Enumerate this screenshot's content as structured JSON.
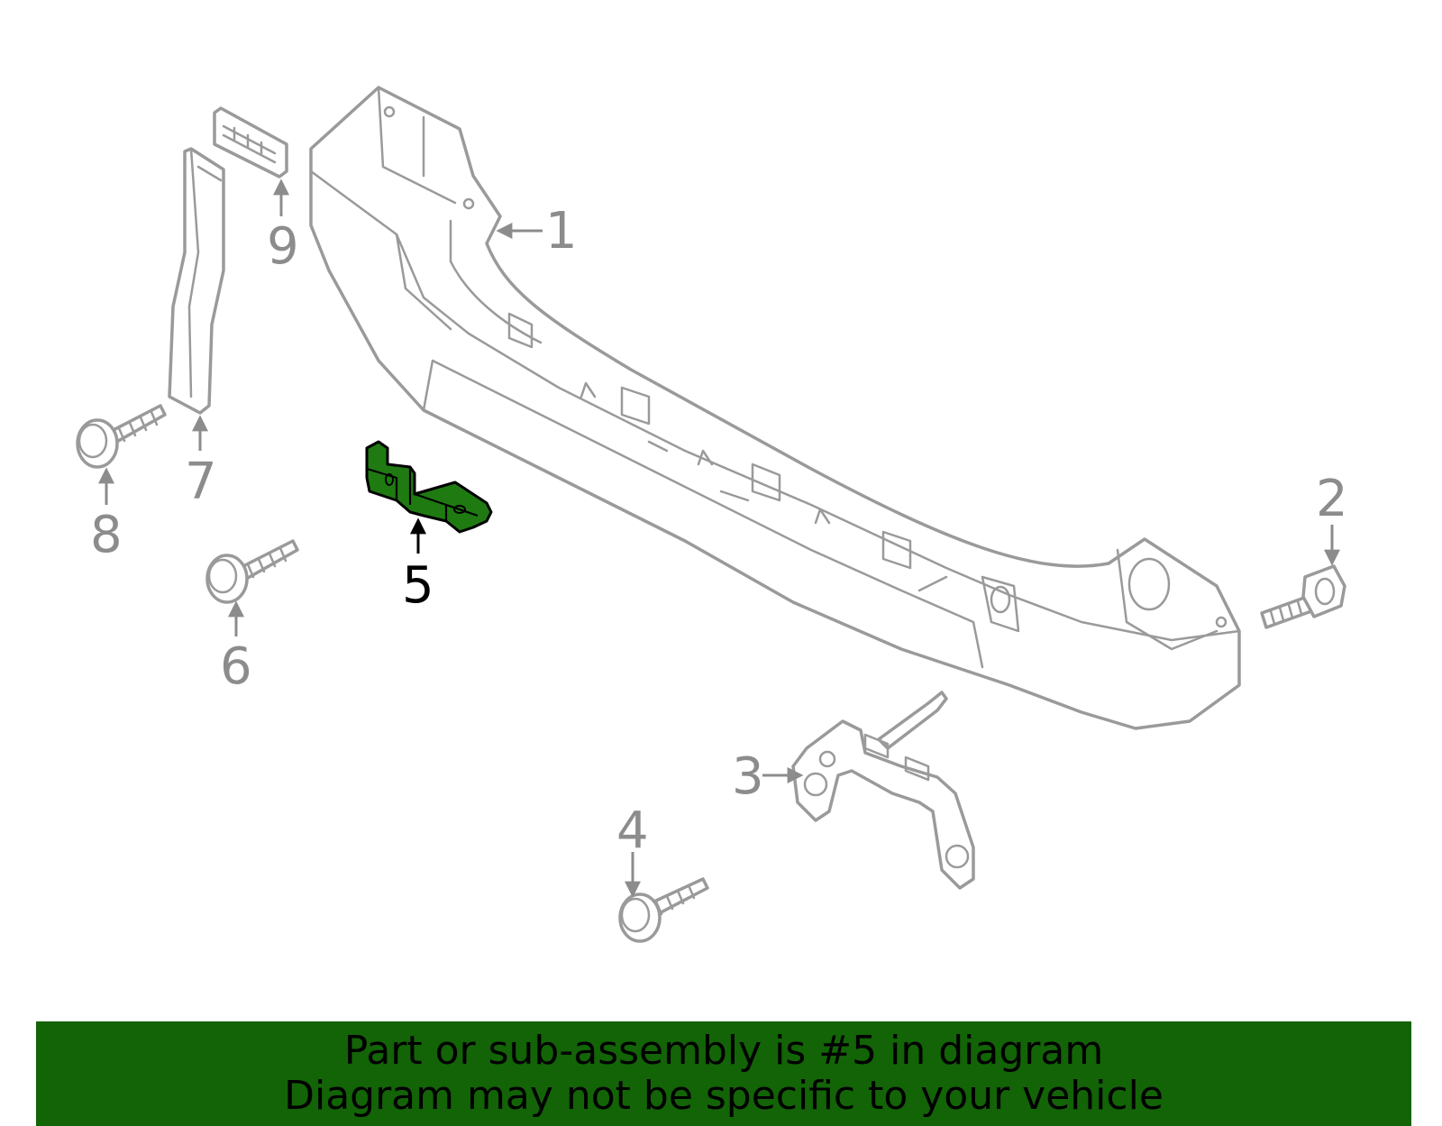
{
  "diagram": {
    "colors": {
      "part_outline": "#9a9a9a",
      "highlight_fill": "#1f7a12",
      "highlight_outline": "#000000",
      "label_default": "#8c8c8c",
      "label_highlight": "#000000"
    },
    "callouts": [
      {
        "id": "1",
        "label": "1",
        "part": "reinforcement-beam"
      },
      {
        "id": "2",
        "label": "2",
        "part": "bolt"
      },
      {
        "id": "3",
        "label": "3",
        "part": "bracket-assembly"
      },
      {
        "id": "4",
        "label": "4",
        "part": "screw"
      },
      {
        "id": "5",
        "label": "5",
        "part": "mounting-bracket",
        "highlighted": true
      },
      {
        "id": "6",
        "label": "6",
        "part": "screw"
      },
      {
        "id": "7",
        "label": "7",
        "part": "support-strip"
      },
      {
        "id": "8",
        "label": "8",
        "part": "screw"
      },
      {
        "id": "9",
        "label": "9",
        "part": "clip"
      }
    ]
  },
  "footer": {
    "line1": "Part or sub-assembly is #5 in diagram",
    "line2": "Diagram may not be specific to your vehicle",
    "background": "#136307"
  }
}
